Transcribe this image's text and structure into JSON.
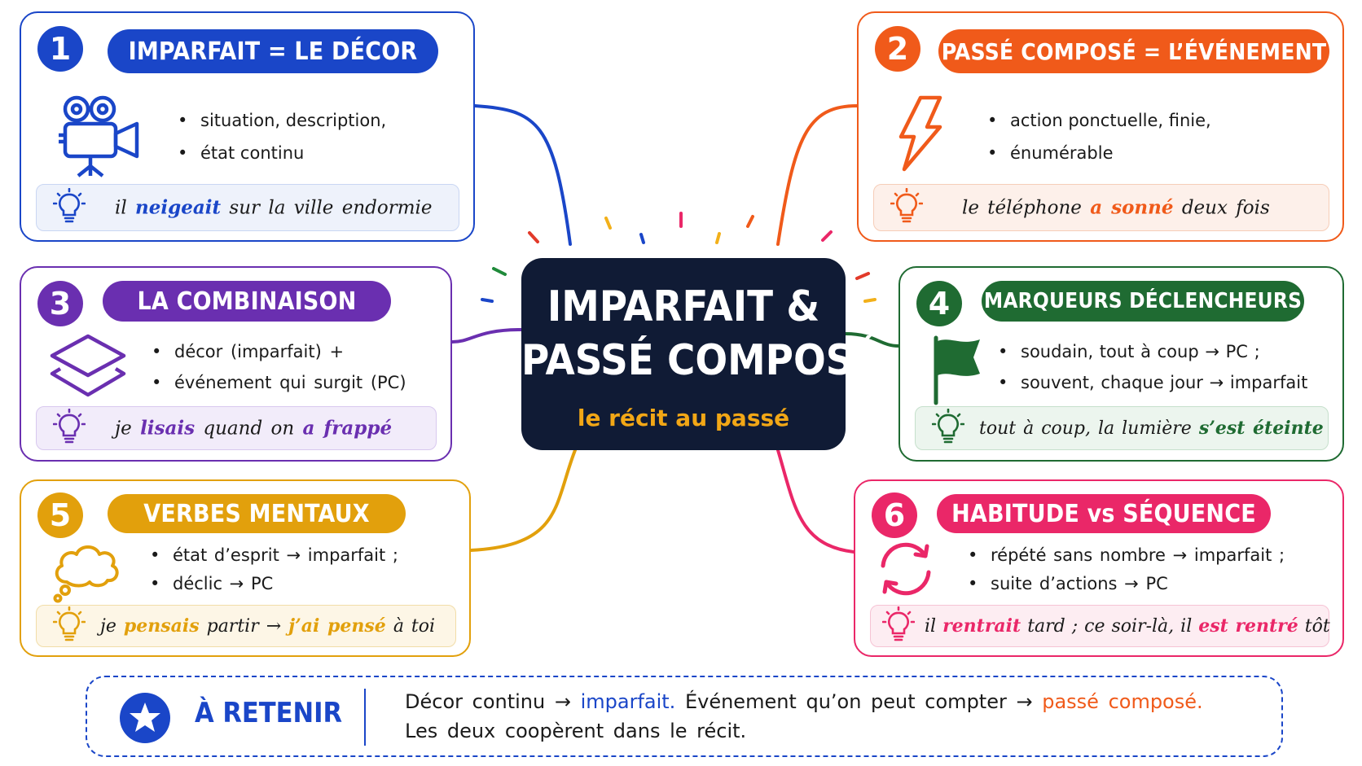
{
  "center": {
    "line1": "IMPARFAIT &",
    "line2": "PASSÉ COMPOSÉ",
    "subtitle": "le récit au passé"
  },
  "cards": [
    {
      "number": "1",
      "title": "IMPARFAIT = LE DÉCOR",
      "icon": "camera-icon",
      "color": "#1a46c8",
      "bullets": [
        "situation, description,",
        "état continu"
      ],
      "example": {
        "pre": "il",
        "hl": "neigeait",
        "post": "sur la ville endormie"
      }
    },
    {
      "number": "2",
      "title": "PASSÉ COMPOSÉ = L’ÉVÉNEMENT",
      "icon": "lightning-icon",
      "color": "#f05a1a",
      "bullets": [
        "action ponctuelle, finie,",
        "énumérable"
      ],
      "example": {
        "pre": "le téléphone",
        "hl": "a sonné",
        "post": "deux fois"
      }
    },
    {
      "number": "3",
      "title": "LA COMBINAISON",
      "icon": "layers-icon",
      "color": "#6a2fb0",
      "bullets": [
        "décor (imparfait) +",
        "événement qui surgit (PC)"
      ],
      "example": {
        "pre": "je",
        "hl": "lisais",
        "mid": "quand on",
        "hl2": "a frappé"
      }
    },
    {
      "number": "4",
      "title": "MARQUEURS DÉCLENCHEURS",
      "icon": "flag-icon",
      "color": "#1f6b32",
      "bullets": [
        "soudain, tout à coup → PC ;",
        "souvent, chaque jour → imparfait"
      ],
      "example": {
        "pre": "tout à coup, la lumière",
        "hl": "s’est éteinte"
      }
    },
    {
      "number": "5",
      "title": "VERBES MENTAUX",
      "icon": "thought-bubble-icon",
      "color": "#e2a00c",
      "bullets": [
        "état d’esprit → imparfait ;",
        "déclic → PC"
      ],
      "example": {
        "pre": "je",
        "hl": "pensais",
        "mid": "partir →",
        "hl2": "j’ai pensé",
        "post": "à toi"
      }
    },
    {
      "number": "6",
      "title": "HABITUDE vs SÉQUENCE",
      "icon": "cycle-arrows-icon",
      "color": "#ea2768",
      "bullets": [
        "répété sans nombre → imparfait ;",
        "suite d’actions → PC"
      ],
      "example": {
        "pre": "il",
        "hl": "rentrait",
        "mid": "tard ; ce soir-là, il",
        "hl2": "est rentré",
        "post": "tôt"
      }
    }
  ],
  "retenir": {
    "label": "À RETENIR",
    "icon": "star-icon",
    "line1_a": "Décor continu →",
    "line1_b": "imparfait.",
    "line1_c": "Événement qu’on peut compter →",
    "line1_d": "passé composé.",
    "line2": "Les deux coopèrent dans le récit."
  },
  "colors": {
    "blue": "#1a46c8",
    "orange": "#f05a1a",
    "purple": "#6a2fb0",
    "green": "#1f6b32",
    "yellow": "#e2a00c",
    "pink": "#ea2768",
    "navy": "#101b35"
  }
}
